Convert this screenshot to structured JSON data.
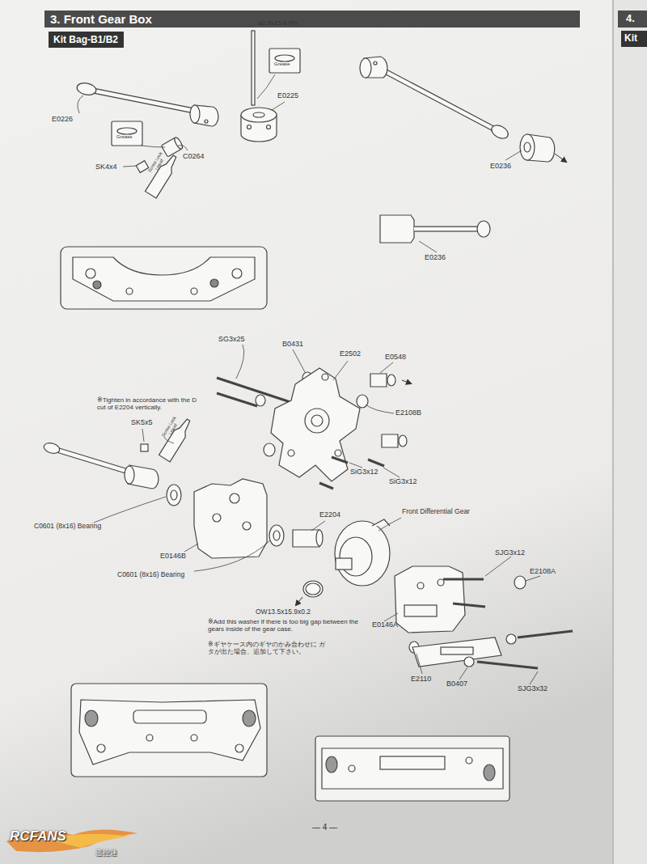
{
  "diagram": {
    "title": "3. Front Gear Box",
    "nodes": [
      {
        "text": [
          "Kit Bag-B1/B2"
        ]
      }
    ],
    "labels": [
      "4.",
      "Kit",
      "⌀2.5x15.8 Pin",
      "Grease",
      "E0226",
      "E0225",
      "Grease",
      "C0264",
      "SK4x4",
      "Screw Lock Liquid",
      "E0236",
      "E0236",
      "SG3x25",
      "B0431",
      "E2502",
      "E0548",
      "E2108B",
      "SiG3x12",
      "SiG3x12",
      "※Tighten in accordance with the D cut of E2204 vertically.",
      "SK5x5",
      "Screw Lock Liquid",
      "C0601 (8x16) Bearing",
      "E0146B",
      "C0601 (8x16) Bearing",
      "E2204",
      "Front Differential Gear",
      "SJG3x12",
      "E2108A",
      "OW13.5x15.9x0.2",
      "※Add this washer if there is too big gap between the gears inside of the gear case.",
      "※ギヤケース内のギヤのかみ合わせに ガタが出た場合、追加して下さい。",
      "E0146A",
      "E2110",
      "B0407",
      "SJG3x32",
      "― 4 ―",
      "RCFANS",
      "遥控迷"
    ]
  }
}
